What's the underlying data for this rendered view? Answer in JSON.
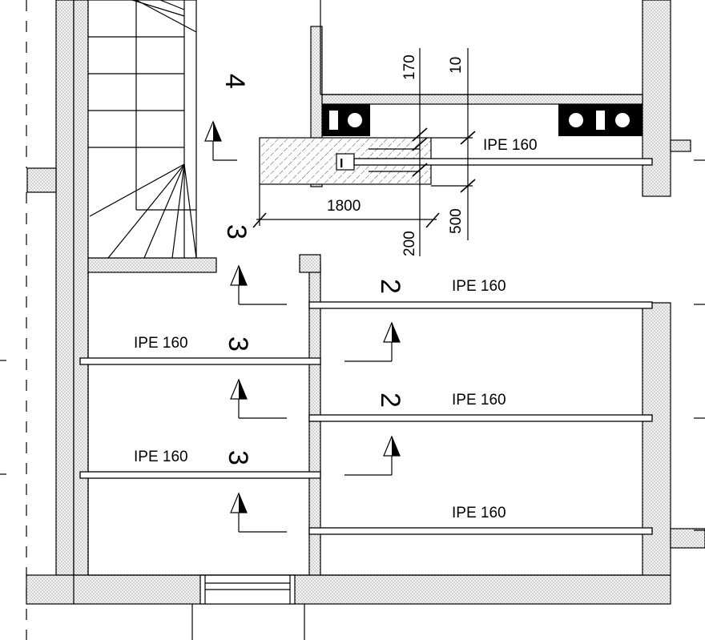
{
  "labels": {
    "ipe_top": "IPE 160",
    "ipe_right_1": "IPE 160",
    "ipe_right_2": "IPE 160",
    "ipe_right_3": "IPE 160",
    "ipe_left_1": "IPE 160",
    "ipe_left_2": "IPE 160"
  },
  "dimensions": {
    "d1800": "1800",
    "d170": "170",
    "d10": "10",
    "d200": "200",
    "d500": "500"
  },
  "sections": {
    "s4": "4",
    "s3_top": "3",
    "s3_a": "3",
    "s3_b": "3",
    "s2_a": "2",
    "s2_b": "2"
  }
}
